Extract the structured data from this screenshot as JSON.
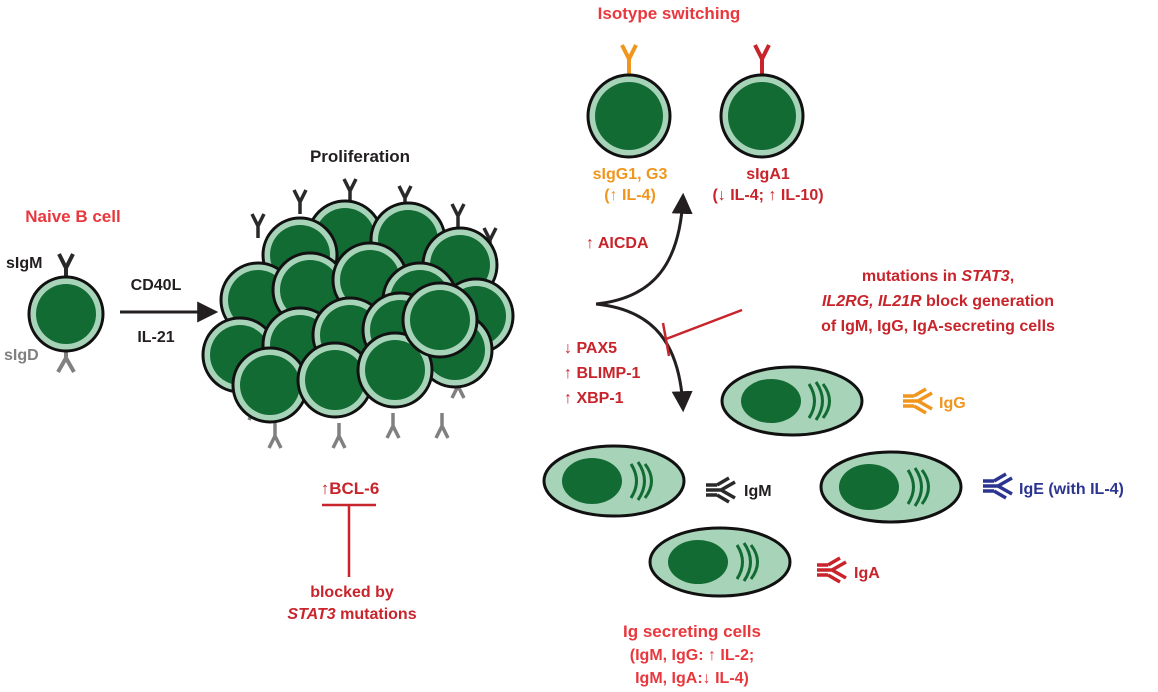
{
  "colors": {
    "red": "#c8242b",
    "label_red": "#e8383d",
    "orange": "#f0961e",
    "blue": "#2b3590",
    "cell_outer": "#a7d3b8",
    "cell_inner": "#136b34",
    "cell_stroke": "#111111",
    "arrow": "#231f20",
    "receptor_dark": "#2a2a2a",
    "receptor_gray": "#808080"
  },
  "labels": {
    "isotype_switching": "Isotype switching",
    "naive_b_cell": "Naive B cell",
    "sigm": "sIgM",
    "sigd": "sIgD",
    "cd40l": "CD40L",
    "il21": "IL-21",
    "proliferation": "Proliferation",
    "sigg_line1": "sIgG1, G3",
    "sigg_line2": "(↑ IL-4)",
    "siga_line1": "sIgA1",
    "siga_line2": "(↓ IL-4; ↑ IL-10)",
    "aicda": "↑ AICDA",
    "mutations_line1_a": "mutations in ",
    "mutations_line1_b": "STAT3",
    "mutations_line1_c": ",",
    "mutations_line2_a": "IL2RG, IL21R",
    "mutations_line2_b": " block generation",
    "mutations_line3": "of IgM, IgG, IgA-secreting cells",
    "pax5": "↓ PAX5",
    "blimp1": "↑ BLIMP-1",
    "xbp1": "↑ XBP-1",
    "bcl6": "↑BCL-6",
    "blocked_line1": "blocked by",
    "blocked_line2_a": "STAT3",
    "blocked_line2_b": " mutations",
    "igg": "IgG",
    "igm": "IgM",
    "ige": "IgE (with IL-4)",
    "iga": "IgA",
    "ig_secreting_line1": "Ig secreting cells",
    "ig_secreting_line2": "(IgM, IgG: ↑ IL-2;",
    "ig_secreting_line3": "IgM, IgA:↓ IL-4)"
  }
}
